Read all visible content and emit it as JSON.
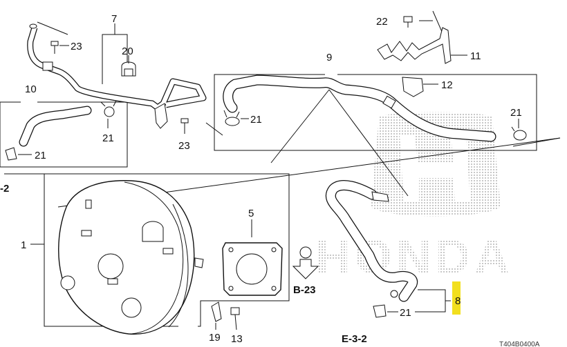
{
  "diagram": {
    "callouts": {
      "p1": "1",
      "p5": "5",
      "p7": "7",
      "p8": "8",
      "p9": "9",
      "p10": "10",
      "p11": "11",
      "p12": "12",
      "p13": "13",
      "p19": "19",
      "p20": "20",
      "p21a": "21",
      "p21b": "21",
      "p21c": "21",
      "p21d": "21",
      "p21e": "21",
      "p22": "22",
      "p23a": "23",
      "p23b": "23"
    },
    "references": {
      "ref_b23": "B-23",
      "ref_e32": "E-3-2",
      "ref_left": "-2"
    },
    "watermark": "HONDA",
    "drawing_code": "T404B0400A",
    "colors": {
      "highlight": "#f2df1e",
      "line": "#111111",
      "watermark": "#b5b5b5"
    }
  }
}
